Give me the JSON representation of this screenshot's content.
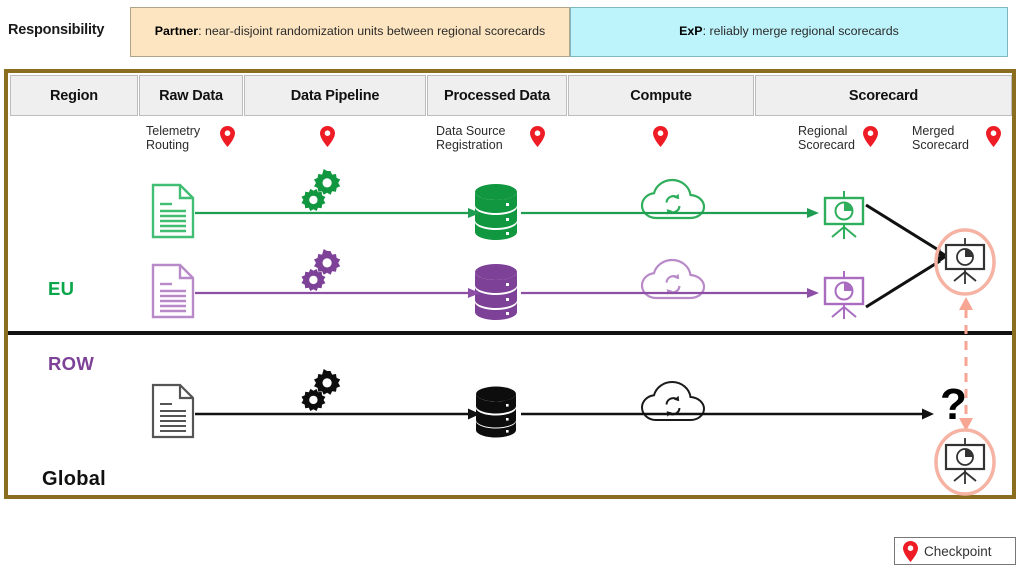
{
  "responsibility": {
    "label": "Responsibility",
    "cells": [
      {
        "owner": "Partner",
        "text": ": near-disjoint randomization units between regional scorecards",
        "color": "#fce5c0"
      },
      {
        "owner": "ExP",
        "text": ": reliably merge regional scorecards",
        "color": "#bdf3fa"
      }
    ]
  },
  "table": {
    "columns": [
      "Region",
      "Raw Data",
      "Data Pipeline",
      "Processed Data",
      "Compute",
      "Scorecard"
    ]
  },
  "checkpoints": [
    {
      "name": "telemetry-routing",
      "text": "Telemetry\nRouting"
    },
    {
      "name": "pipeline-checkpoint",
      "text": ""
    },
    {
      "name": "data-source-registration",
      "text": "Data Source\nRegistration"
    },
    {
      "name": "compute-checkpoint",
      "text": ""
    },
    {
      "name": "regional-scorecard",
      "text": "Regional\nScorecard"
    },
    {
      "name": "merged-scorecard",
      "text": "Merged\nScorecard"
    }
  ],
  "rows": [
    {
      "region": "EU",
      "color": "#09a64b",
      "icons": [
        "document",
        "gears",
        "database",
        "cloud-sync",
        "scorecard"
      ]
    },
    {
      "region": "ROW",
      "color": "#7d4297",
      "icons": [
        "document",
        "gears",
        "database",
        "cloud-sync",
        "scorecard"
      ]
    },
    {
      "region": "Global",
      "color": "#111111",
      "icons": [
        "document",
        "gears",
        "database",
        "cloud-sync",
        "scorecard"
      ]
    }
  ],
  "merge": {
    "question_mark": "?",
    "highlight_color": "#f6b2a2"
  },
  "legend": {
    "checkpoint_label": "Checkpoint",
    "pin_color": "#ee1c25"
  },
  "colors": {
    "frame": "#8a6d1f",
    "eu": "#09a64b",
    "row": "#7d4297",
    "global": "#111111",
    "partner_bg": "#fce5c0",
    "exp_bg": "#bdf3fa"
  }
}
